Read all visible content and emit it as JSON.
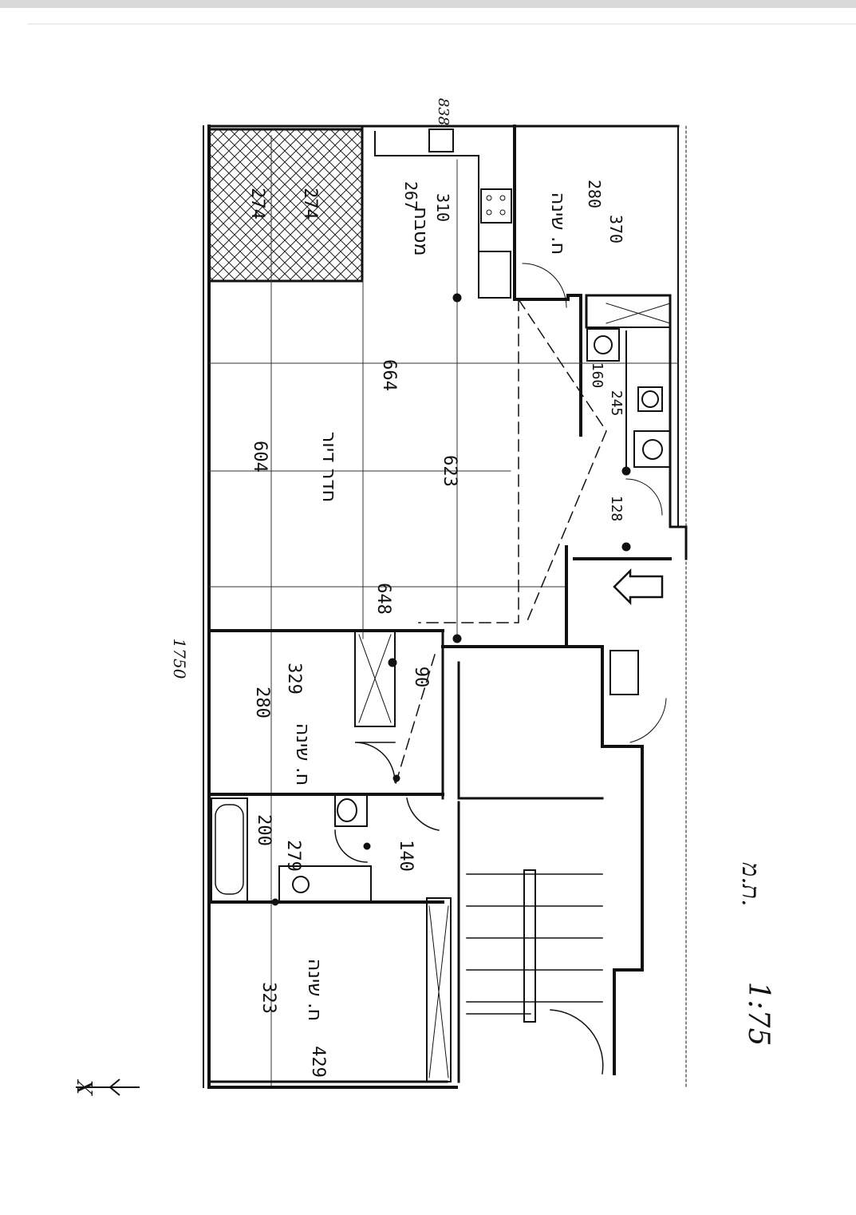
{
  "plan": {
    "scale": "1:75",
    "note_initials": "ת.מ.",
    "north_mark": "X",
    "top_cut_label": "838",
    "rooms": {
      "kitchen": "מטבח",
      "living": "חדר דיור",
      "bedroom_top_right": "ח. שינה",
      "bedroom_middle": "ח. שינה",
      "bedroom_bottom": "ח. שינה"
    },
    "dimensions": {
      "d274a": "274",
      "d274b": "274",
      "d267": "267",
      "d310": "310",
      "d280_top": "280",
      "d370": "370",
      "d664": "664",
      "d604": "604",
      "d623": "623",
      "d648": "648",
      "d160": "160",
      "d245": "245",
      "d128": "128",
      "d1750": "1750",
      "d280_mid": "280",
      "d329": "329",
      "d90": "90",
      "d200": "200",
      "d279": "279",
      "d140": "140",
      "d323": "323",
      "d429": "429"
    }
  }
}
